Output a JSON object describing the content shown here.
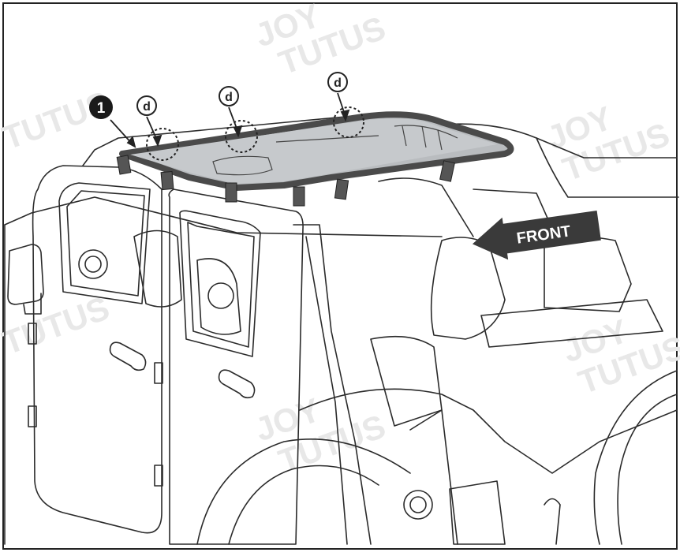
{
  "diagram": {
    "part_number": "1",
    "callout_letter": "d",
    "direction_label": "FRONT",
    "watermarks": [
      "JOY",
      "TUTUS"
    ],
    "colors": {
      "line": "#2b2b2b",
      "mesh_fill": "#b9bcbf",
      "mesh_border": "#4a4a4a",
      "strap": "#555555",
      "arrow_fill": "#3a3a3a",
      "watermark": "#e6e6e6",
      "badge_fill": "#1a1a1a"
    }
  }
}
